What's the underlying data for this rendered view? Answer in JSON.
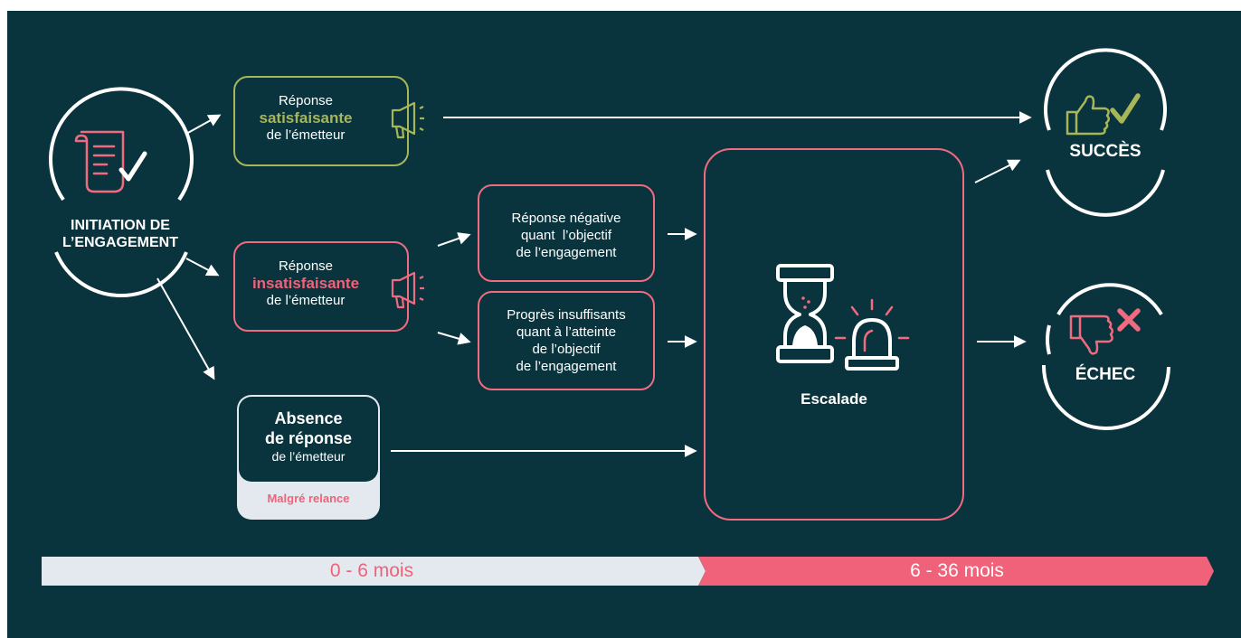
{
  "colors": {
    "background": "#0a343d",
    "green": "#a8b65a",
    "pink": "#f06b80",
    "light": "#e3e9ee",
    "white": "#ffffff"
  },
  "start": {
    "line1": "INITIATION DE",
    "line2": "L’ENGAGEMENT",
    "icon": "scroll-check-icon"
  },
  "responses": {
    "satisfaisante": {
      "line1": "Réponse",
      "strong": "satisfaisante",
      "line3": "de l’émetteur",
      "icon": "megaphone-icon"
    },
    "insatisfaisante": {
      "line1": "Réponse",
      "strong": "insatisfaisante",
      "line3": "de l’émetteur",
      "icon": "megaphone-icon"
    },
    "absence": {
      "line1": "Absence",
      "line2": "de réponse",
      "line3": "de l’émetteur",
      "footer": "Malgré relance"
    }
  },
  "outcomes_intermediate": {
    "negative": [
      "Réponse négative",
      "quant  l’objectif",
      "de l’engagement"
    ],
    "insufficient": [
      "Progrès insuffisants",
      "quant à l’atteinte",
      "de l’objectif",
      "de l’engagement"
    ]
  },
  "escalade": {
    "label": "Escalade",
    "icons": [
      "hourglass-icon",
      "alarm-light-icon"
    ]
  },
  "results": {
    "success": {
      "label": "SUCCÈS",
      "icons": [
        "thumbs-up-icon",
        "check-icon"
      ]
    },
    "failure": {
      "label": "ÉCHEC",
      "icons": [
        "thumbs-down-icon",
        "cross-icon"
      ]
    }
  },
  "timeline": {
    "phase1": "0 - 6 mois",
    "phase2": "6 - 36 mois"
  }
}
